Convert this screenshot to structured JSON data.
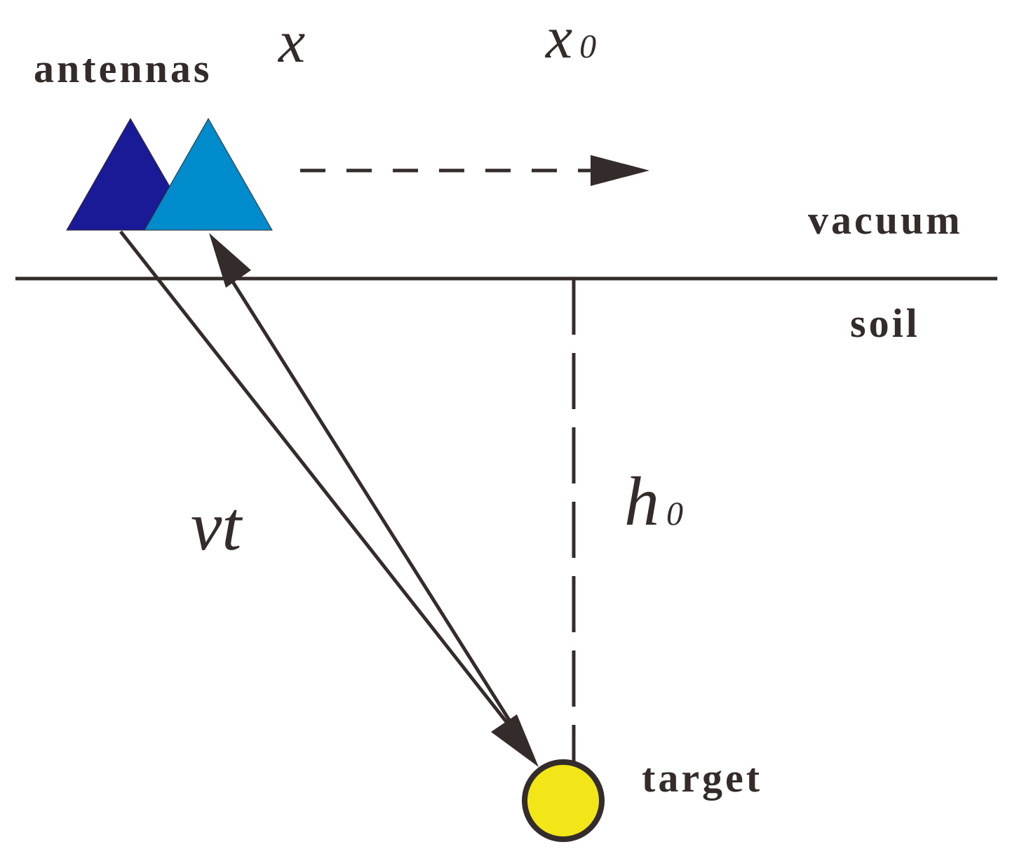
{
  "labels": {
    "antennas": "antennas",
    "x": "x",
    "x0_main": "x",
    "x0_sub": "0",
    "vacuum": "vacuum",
    "soil": "soil",
    "vt": "vt",
    "h0_main": "h",
    "h0_sub": "0",
    "target": "target"
  },
  "colors": {
    "ink": "#332c2b",
    "antenna_dark": "#1a1996",
    "antenna_light": "#008ccc",
    "target_fill": "#f2e619",
    "background": "#ffffff"
  }
}
